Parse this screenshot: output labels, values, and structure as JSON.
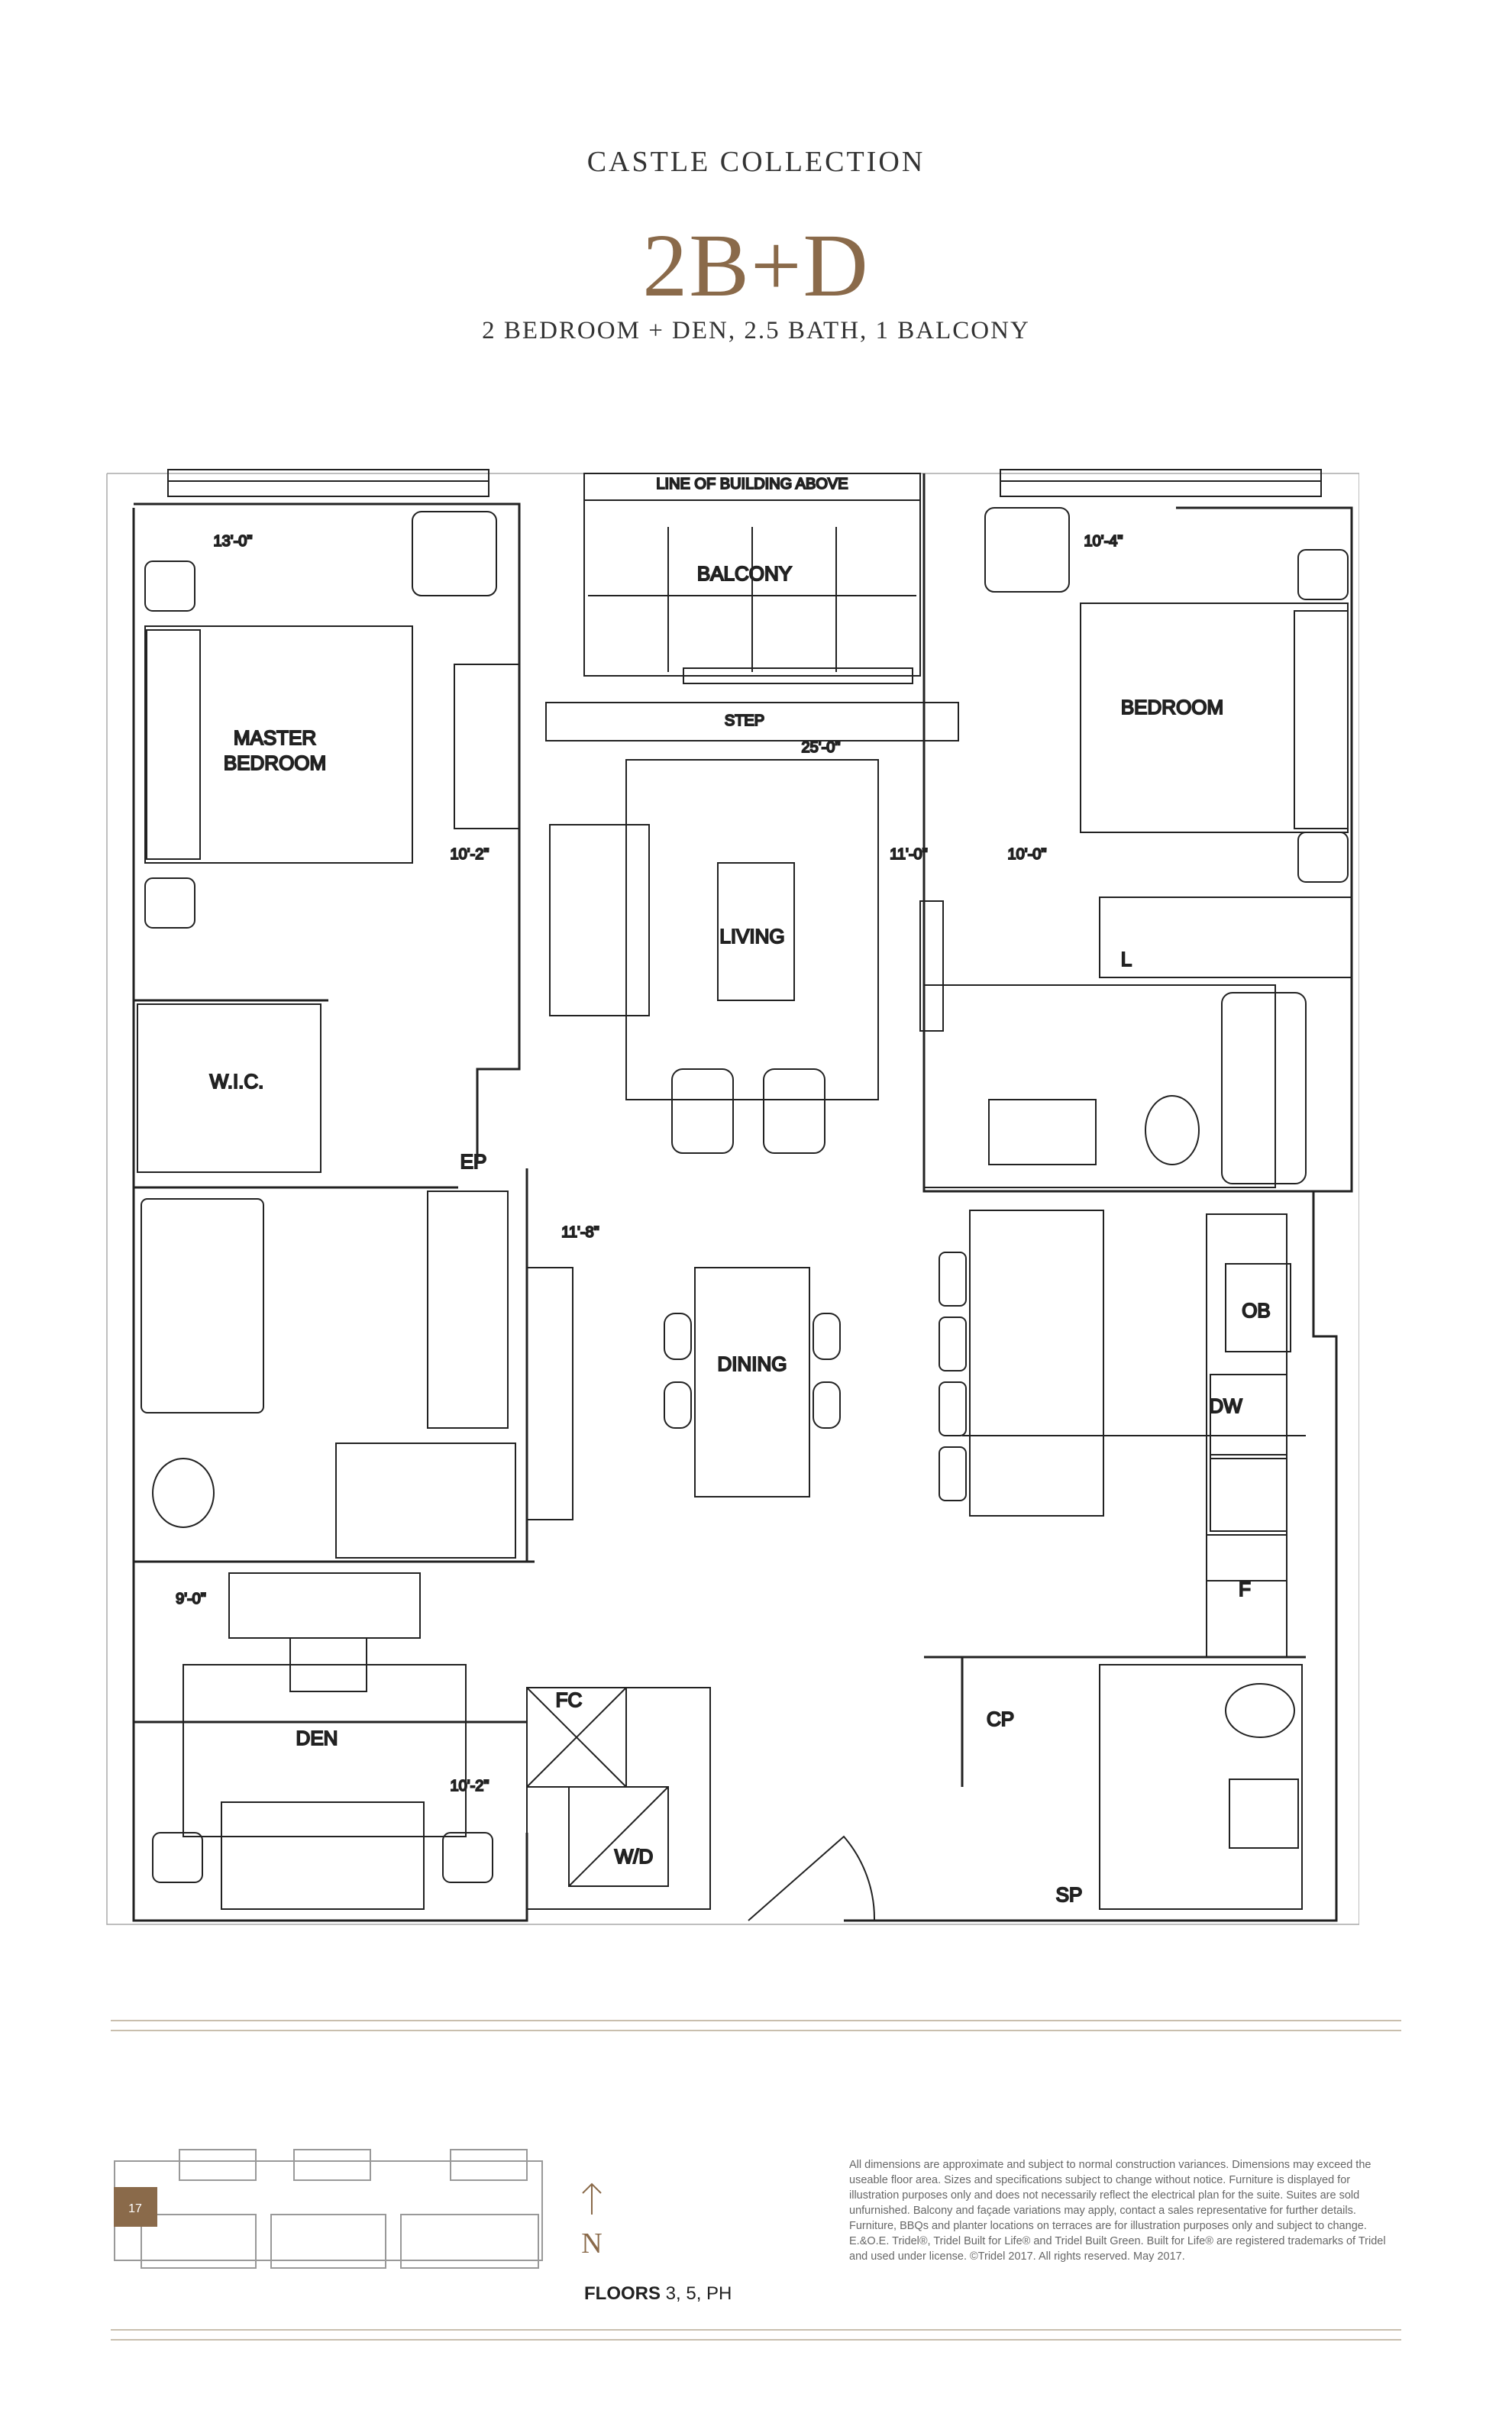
{
  "header": {
    "collection": "CASTLE COLLECTION",
    "unit_code": "2B+D",
    "summary": "2 BEDROOM + DEN, 2.5 BATH, 1 BALCONY"
  },
  "plan": {
    "rooms": {
      "master_bedroom_line1": "MASTER",
      "master_bedroom_line2": "BEDROOM",
      "balcony": "BALCONY",
      "line_of_building": "LINE OF BUILDING ABOVE",
      "step": "STEP",
      "bedroom": "BEDROOM",
      "living": "LIVING",
      "wic": "W.I.C.",
      "dining": "DINING",
      "den": "DEN",
      "fc": "FC",
      "wd": "W/D",
      "cp": "CP",
      "sp": "SP",
      "ep": "EP",
      "ob": "OB",
      "dw": "DW",
      "f": "F",
      "l": "L"
    },
    "dimensions": {
      "master_width": "13'-0\"",
      "master_depth": "10'-2\"",
      "bedroom_width": "10'-4\"",
      "bedroom_depth": "10'-0\"",
      "living_width": "25'-0\"",
      "living_depth": "11'-0\"",
      "dining_depth": "11'-8\"",
      "den_width": "9'-0\"",
      "den_depth": "10'-2\""
    }
  },
  "footer": {
    "keyplan_unit": "17",
    "north_label": "N",
    "floors_label": "FLOORS",
    "floors_value": "3, 5, PH",
    "disclaimer": "All dimensions are approximate and subject to normal construction variances. Dimensions may exceed the useable floor area. Sizes and specifications subject to change without notice. Furniture is displayed for illustration purposes only and does not necessarily reflect the electrical plan for the suite. Suites are sold unfurnished. Balcony and façade variations may apply, contact a sales representative for further details. Furniture, BBQs and planter locations on terraces are for illustration purposes only and subject to change. E.&O.E. Tridel®, Tridel Built for Life® and Tridel Built Green. Built for Life® are registered trademarks of Tridel and used under license. ©Tridel 2017. All rights reserved. May 2017."
  },
  "colors": {
    "accent": "#8a6a4a",
    "keyplan_highlight": "#8a6a4a",
    "rule": "#c9bfae"
  }
}
